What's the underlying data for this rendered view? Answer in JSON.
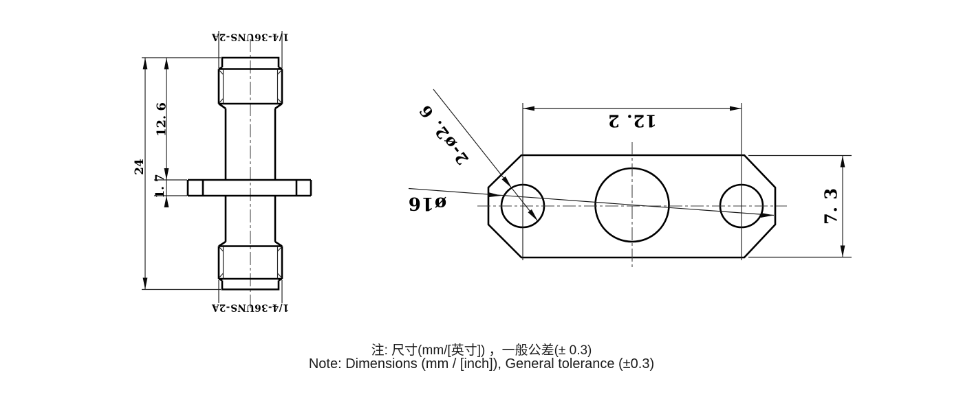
{
  "left_view": {
    "thread_label_top": "1/4-36UNS-2A",
    "thread_label_bottom": "1/4-36UNS-2A",
    "dims": {
      "overall_length": "24",
      "upper_length": "12. 6",
      "flange_thickness": "1. 7"
    }
  },
  "right_view": {
    "dims": {
      "hole_spacing": "12. 2",
      "flange_width": "7. 3",
      "mounting_holes": "2-ø2. 6",
      "body_diameter": "ø16"
    }
  },
  "notes": {
    "line_zh": "注: 尺寸(mm/[英寸]) ，一般公差(± 0.3)",
    "line_en": "Note: Dimensions (mm / [inch]), General tolerance (±0.3)"
  },
  "colors": {
    "line": "#000000",
    "background": "#ffffff"
  }
}
